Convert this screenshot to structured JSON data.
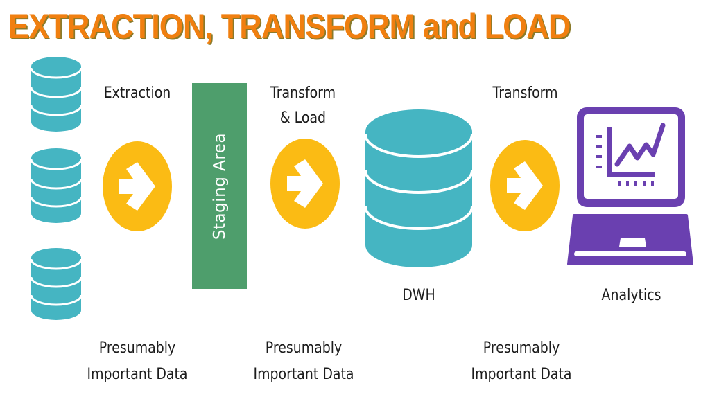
{
  "title": "EXTRACTION, TRANSFORM and LOAD",
  "colors": {
    "title": "#f07f10",
    "title_shadow": "#8a7a2a",
    "database": "#45b5c2",
    "arrow_circle": "#fbbb14",
    "staging": "#4e9e6c",
    "analytics": "#6a40b0",
    "text": "#1c1c1c"
  },
  "stages": {
    "sources": {
      "icons": [
        "database-icon",
        "database-icon",
        "database-icon"
      ]
    },
    "extraction": {
      "label": "Extraction",
      "icon": "arrow-right-circle-icon"
    },
    "staging": {
      "label": "Staging Area"
    },
    "transform_load": {
      "label_line1": "Transform",
      "label_line2": "& Load",
      "icon": "arrow-right-circle-icon"
    },
    "dwh": {
      "label": "DWH",
      "icon": "database-icon"
    },
    "transform": {
      "label": "Transform",
      "icon": "arrow-right-circle-icon"
    },
    "analytics": {
      "label": "Analytics",
      "icon": "laptop-chart-icon"
    }
  },
  "captions": [
    {
      "line1": "Presumably",
      "line2": "Important Data"
    },
    {
      "line1": "Presumably",
      "line2": "Important Data"
    },
    {
      "line1": "Presumably",
      "line2": "Important Data"
    }
  ]
}
